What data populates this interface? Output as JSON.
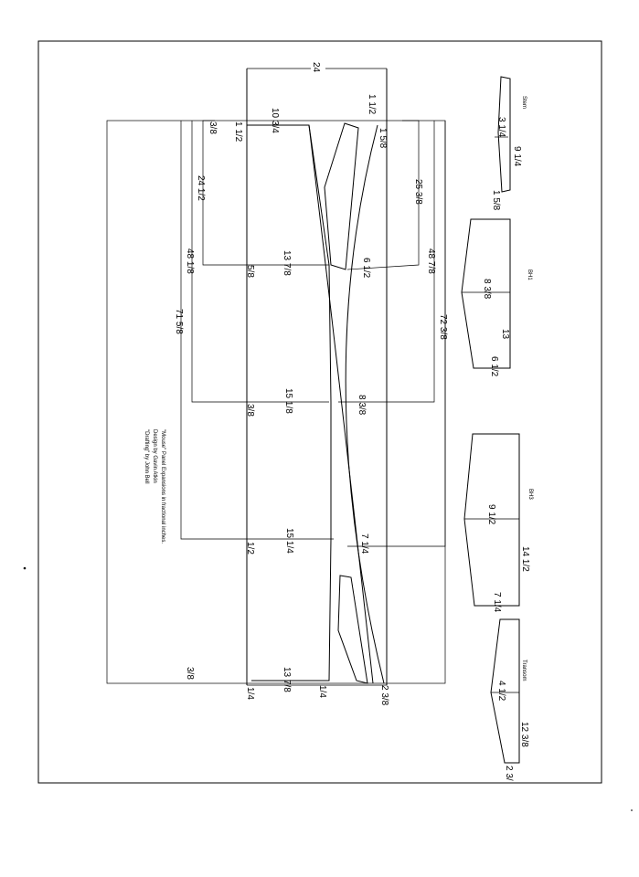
{
  "layout": {
    "overall_length": "24",
    "stem_offset": "1 1/2",
    "bow_top": "1 5/8",
    "top_left": "10 3/4",
    "left_edge_top": "3/8",
    "left_edge_top2": "1 1/2",
    "sta_24": "24 1/2",
    "sta_25": "25 3/8",
    "sta_48a": "48 1/8",
    "sta_48b": "48 7/8",
    "sta_71": "71 5/8",
    "sta_72": "72 3/8",
    "width_1": "13 7/8",
    "width_1_edge": "5/8",
    "width_1_right": "6 1/2",
    "width_2": "15 1/8",
    "width_2_edge": "3/8",
    "width_2_right": "8 3/8",
    "width_3": "15 1/4",
    "width_3_edge": "1/2",
    "width_3_right": "7 1/4",
    "width_4": "13 7/8",
    "width_4_left": "1/4",
    "width_4_mid": "1/4",
    "width_4_right": "2 3/8",
    "stern_left": "3/8"
  },
  "notes": {
    "line1": "\"Mouse\" Panel Expansions in fractional inches.",
    "line2": "Design by Gavin Atkin",
    "line3": "\"Drafting\" by John Bell"
  },
  "stem": {
    "name": "Stem",
    "d1": "3 1/4",
    "d2": "9 1/4",
    "d3": "1 5/8"
  },
  "bh1": {
    "name": "BH1",
    "d1": "8 3/8",
    "d2": "13",
    "d3": "6 1/2"
  },
  "bh3": {
    "name": "BH3",
    "d1": "9 1/2",
    "d2": "14 1/2",
    "d3": "7 1/4"
  },
  "transom": {
    "name": "Transom",
    "d1": "4 1/2",
    "d2": "12 3/8",
    "d3": "2 3/"
  }
}
